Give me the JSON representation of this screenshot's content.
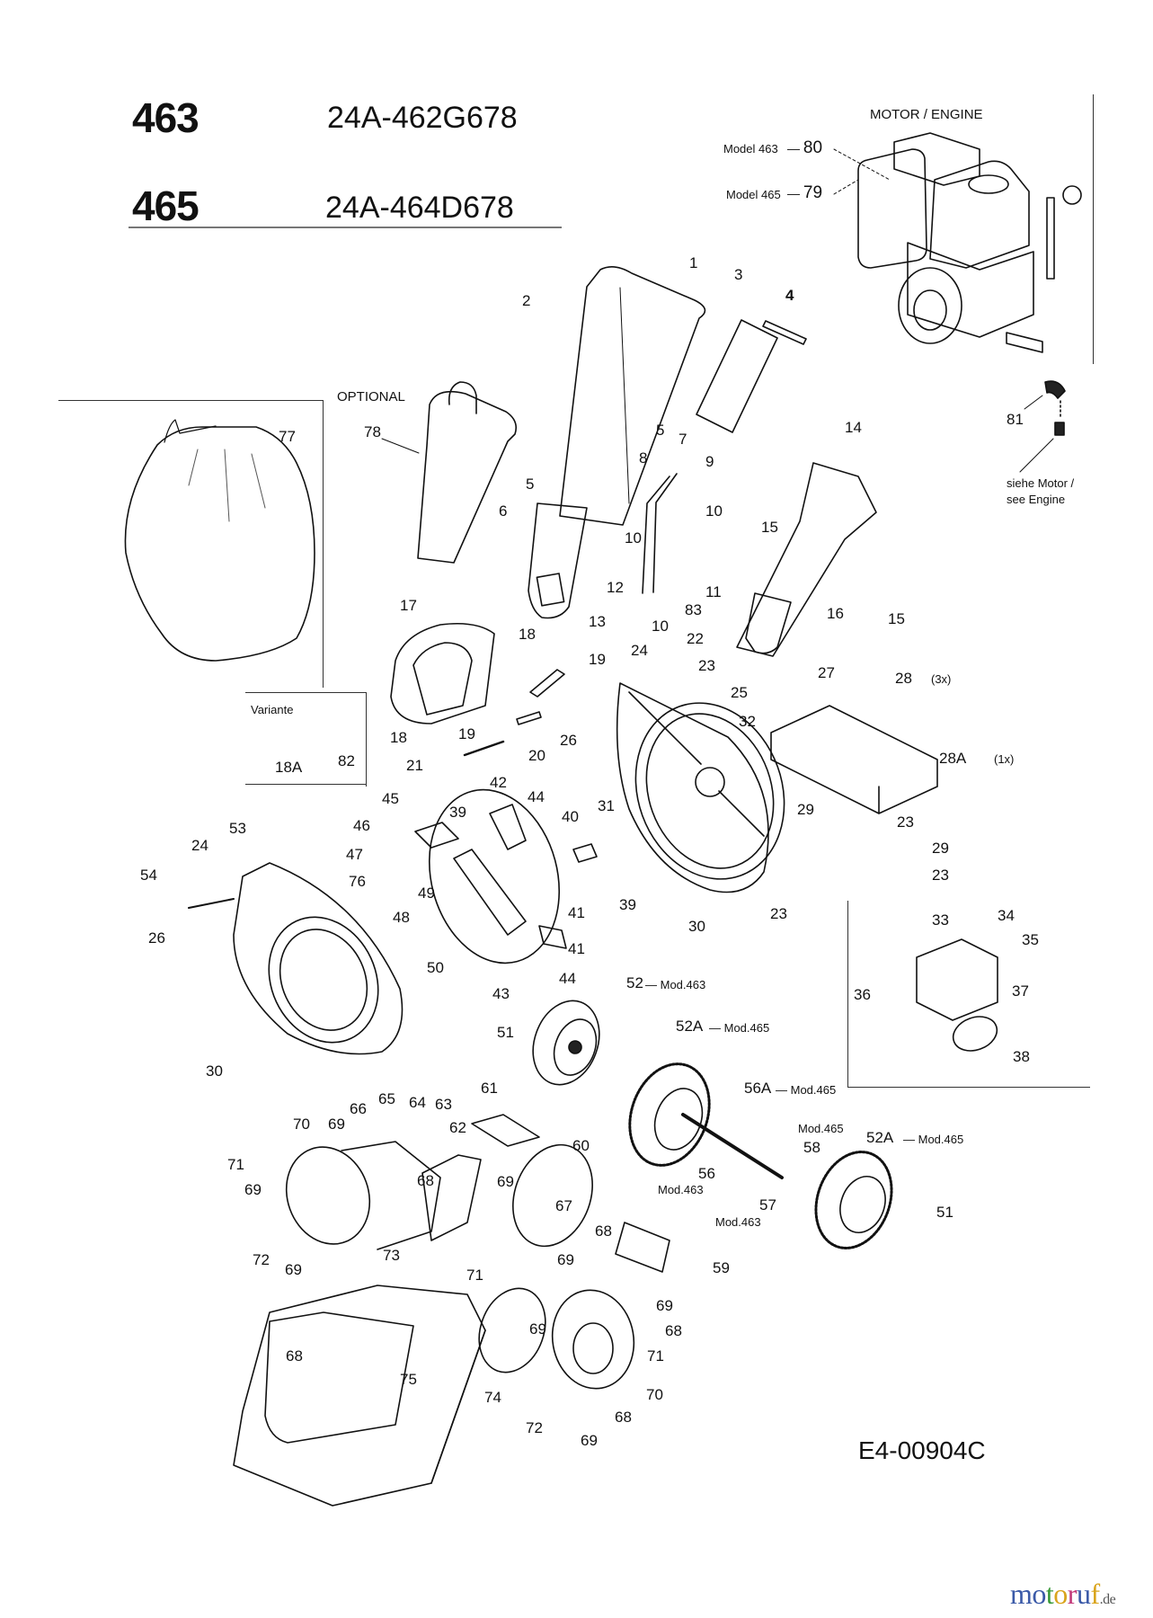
{
  "header": {
    "models": [
      {
        "number": "463",
        "code": "24A-462G678"
      },
      {
        "number": "465",
        "code": "24A-464D678"
      }
    ]
  },
  "engine_section": {
    "title": "MOTOR / ENGINE",
    "model_refs": [
      {
        "label": "Model  463",
        "part": "80"
      },
      {
        "label": "Model  465",
        "part": "79"
      }
    ],
    "part_81": "81",
    "see_engine_line1": "siehe Motor /",
    "see_engine_line2": "see Engine"
  },
  "optional_section": {
    "label": "OPTIONAL",
    "bag_part": "77",
    "chute_part": "78"
  },
  "variant_box": {
    "title": "Variante",
    "parts": [
      "18A",
      "82"
    ]
  },
  "qty_notes": {
    "part_28": "(3x)",
    "part_28a": "(1x)"
  },
  "model_notes": {
    "mod463": "Mod.463",
    "mod465": "Mod.465",
    "dash_mod463": "— Mod.463",
    "dash_mod465": "— Mod.465"
  },
  "callouts": {
    "p1": "1",
    "p2": "2",
    "p3": "3",
    "p4": "4",
    "p5": "5",
    "p6": "6",
    "p7": "7",
    "p8": "8",
    "p9": "9",
    "p10": "10",
    "p11": "11",
    "p12": "12",
    "p13": "13",
    "p14": "14",
    "p15": "15",
    "p16": "16",
    "p17": "17",
    "p18": "18",
    "p19": "19",
    "p20": "20",
    "p21": "21",
    "p22": "22",
    "p23": "23",
    "p24": "24",
    "p25": "25",
    "p26": "26",
    "p27": "27",
    "p28": "28",
    "p28a": "28A",
    "p29": "29",
    "p30": "30",
    "p31": "31",
    "p32": "32",
    "p33": "33",
    "p34": "34",
    "p35": "35",
    "p36": "36",
    "p37": "37",
    "p38": "38",
    "p39": "39",
    "p40": "40",
    "p41": "41",
    "p42": "42",
    "p43": "43",
    "p44": "44",
    "p45": "45",
    "p46": "46",
    "p47": "47",
    "p48": "48",
    "p49": "49",
    "p50": "50",
    "p51": "51",
    "p52": "52",
    "p52a": "52A",
    "p53": "53",
    "p54": "54",
    "p56": "56",
    "p56a": "56A",
    "p57": "57",
    "p58": "58",
    "p59": "59",
    "p60": "60",
    "p61": "61",
    "p62": "62",
    "p63": "63",
    "p64": "64",
    "p65": "65",
    "p66": "66",
    "p67": "67",
    "p68": "68",
    "p69": "69",
    "p70": "70",
    "p71": "71",
    "p72": "72",
    "p73": "73",
    "p74": "74",
    "p75": "75",
    "p76": "76"
  },
  "footer": {
    "document_code": "E4-00904C",
    "brand": {
      "name_letters": [
        "m",
        "o",
        "t",
        "o",
        "r",
        "u",
        "f"
      ],
      "suffix": ".de",
      "colors": [
        "#3b5aa8",
        "#3b5aa8",
        "#3a9a3a",
        "#d9a41c",
        "#c23a7a",
        "#3b5aa8",
        "#d9a41c"
      ]
    }
  }
}
